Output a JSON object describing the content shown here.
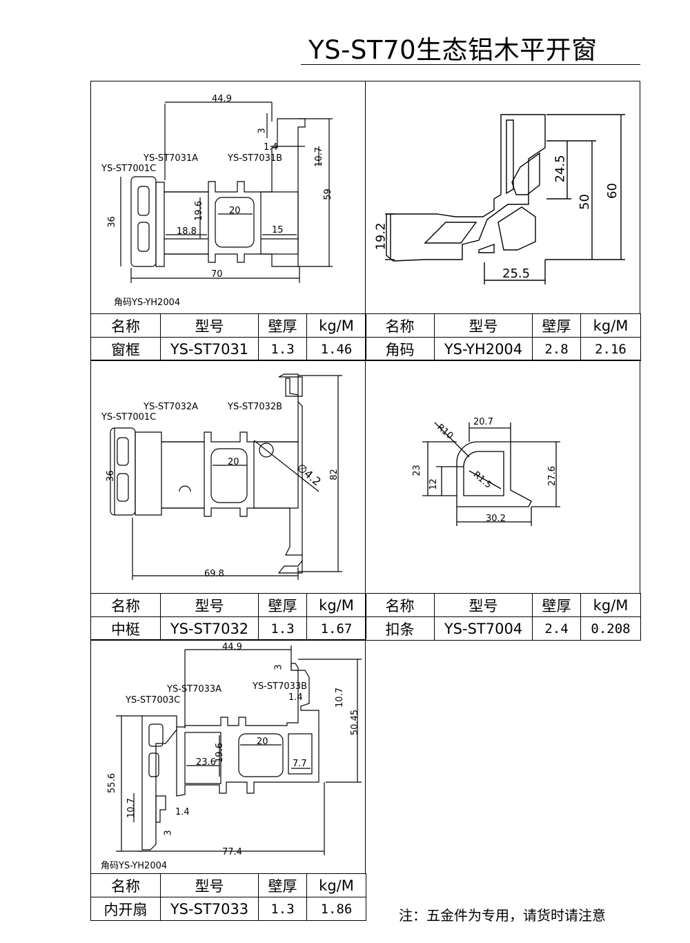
{
  "page": {
    "title": "YS-ST70生态铝木平开窗",
    "note": "注：五金件为专用，请货时请注意"
  },
  "table_headers": {
    "name": "名称",
    "model": "型号",
    "wall": "壁厚",
    "weight": "kg/M"
  },
  "profiles": {
    "frame": {
      "name": "窗框",
      "model": "YS-ST7031",
      "wall": "1.3",
      "weight": "1.46",
      "labels": {
        "strip_a": "YS-ST7031A",
        "strip_b": "YS-ST7031B",
        "seal": "YS-ST7001C",
        "corner": "角码YS-YH2004"
      },
      "dims": {
        "width_top": "44.9",
        "width_total": "70",
        "height": "59",
        "height_left": "36",
        "inner_1": "18.8",
        "inner_2": "19.6",
        "inner_3": "20",
        "inner_4": "15",
        "lip_3": "3",
        "lip_1_4": "1.4",
        "lip_10_7": "10.7"
      }
    },
    "corner": {
      "name": "角码",
      "model": "YS-YH2004",
      "wall": "2.8",
      "weight": "2.16",
      "dims": {
        "h_total": "60",
        "h_mid": "50",
        "h_upper": "24.5",
        "h_left": "19.2",
        "w_bottom": "25.5"
      }
    },
    "mullion": {
      "name": "中梃",
      "model": "YS-ST7032",
      "wall": "1.3",
      "weight": "1.67",
      "labels": {
        "strip_a": "YS-ST7032A",
        "strip_b": "YS-ST7032B",
        "seal": "YS-ST7001C"
      },
      "dims": {
        "width": "69.8",
        "height": "82",
        "height_left": "36",
        "inner": "20",
        "hole": "∅4.2"
      }
    },
    "bead": {
      "name": "扣条",
      "model": "YS-ST7004",
      "wall": "2.4",
      "weight": "0.208",
      "dims": {
        "radius_top": "R10",
        "width_top": "20.7",
        "h_left": "23",
        "h_inner": "12",
        "radius_inner": "R1.5",
        "h_right": "27.6",
        "w_bottom": "30.2"
      }
    },
    "sash": {
      "name": "内开扇",
      "model": "YS-ST7033",
      "wall": "1.3",
      "weight": "1.86",
      "labels": {
        "strip_a": "YS-ST7033A",
        "strip_b": "YS-ST7033B",
        "seal": "YS-ST7003C",
        "corner": "角码YS-YH2004"
      },
      "dims": {
        "width_top": "44.9",
        "width_total": "77.4",
        "height_left": "55.6",
        "height_right": "50.45",
        "inner_1": "23.6",
        "inner_2": "19.6",
        "inner_3": "20",
        "inner_4": "7.7",
        "lip_3": "3",
        "lip_1_4": "1.4",
        "lip_10_7": "10.7",
        "bottom_10_7": "10.7",
        "bottom_1_4": "1.4",
        "bottom_3": "3"
      }
    }
  }
}
